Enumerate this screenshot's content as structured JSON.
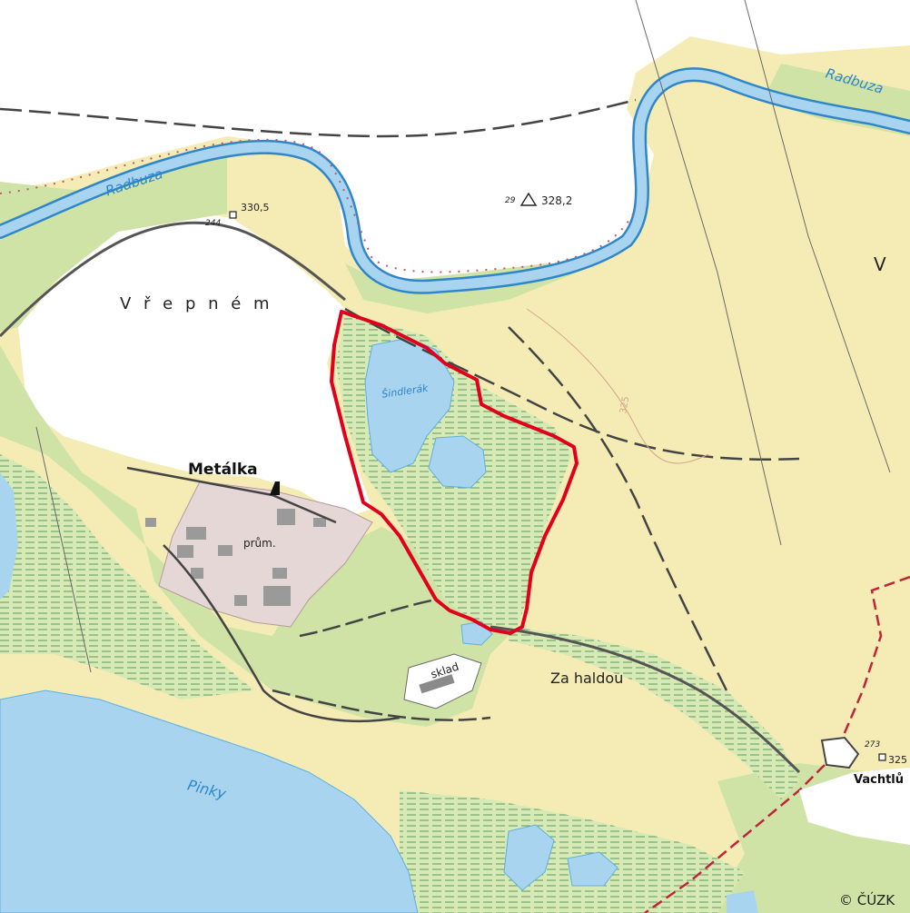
{
  "map": {
    "labels": {
      "river_west": "Radbuza",
      "river_east": "Radbuza",
      "area_main": "V ř e p n é m",
      "area_east": "V",
      "settlement": "Metálka",
      "industrial": "prům.",
      "warehouse": "sklad",
      "locality_south": "Za haldou",
      "pond_large": "Pinky",
      "pond_small": "Šindlerák",
      "village": "Vachtlů",
      "contour_label": "325"
    },
    "elevations": {
      "trig_number": "29",
      "trig_height": "328,2",
      "point_a": "330,5",
      "point_a_num": "244",
      "point_b": "325",
      "point_b_num": "273"
    },
    "copyright": "© ČÚZK",
    "colors": {
      "water": "#a8d4f0",
      "river": "#5fb0e0",
      "field": "#f5ecb5",
      "meadow": "#cfe3a6",
      "wetland": "#d7e9b4",
      "industrial": "#e6d7d7",
      "boundary": "#e0001b"
    }
  }
}
